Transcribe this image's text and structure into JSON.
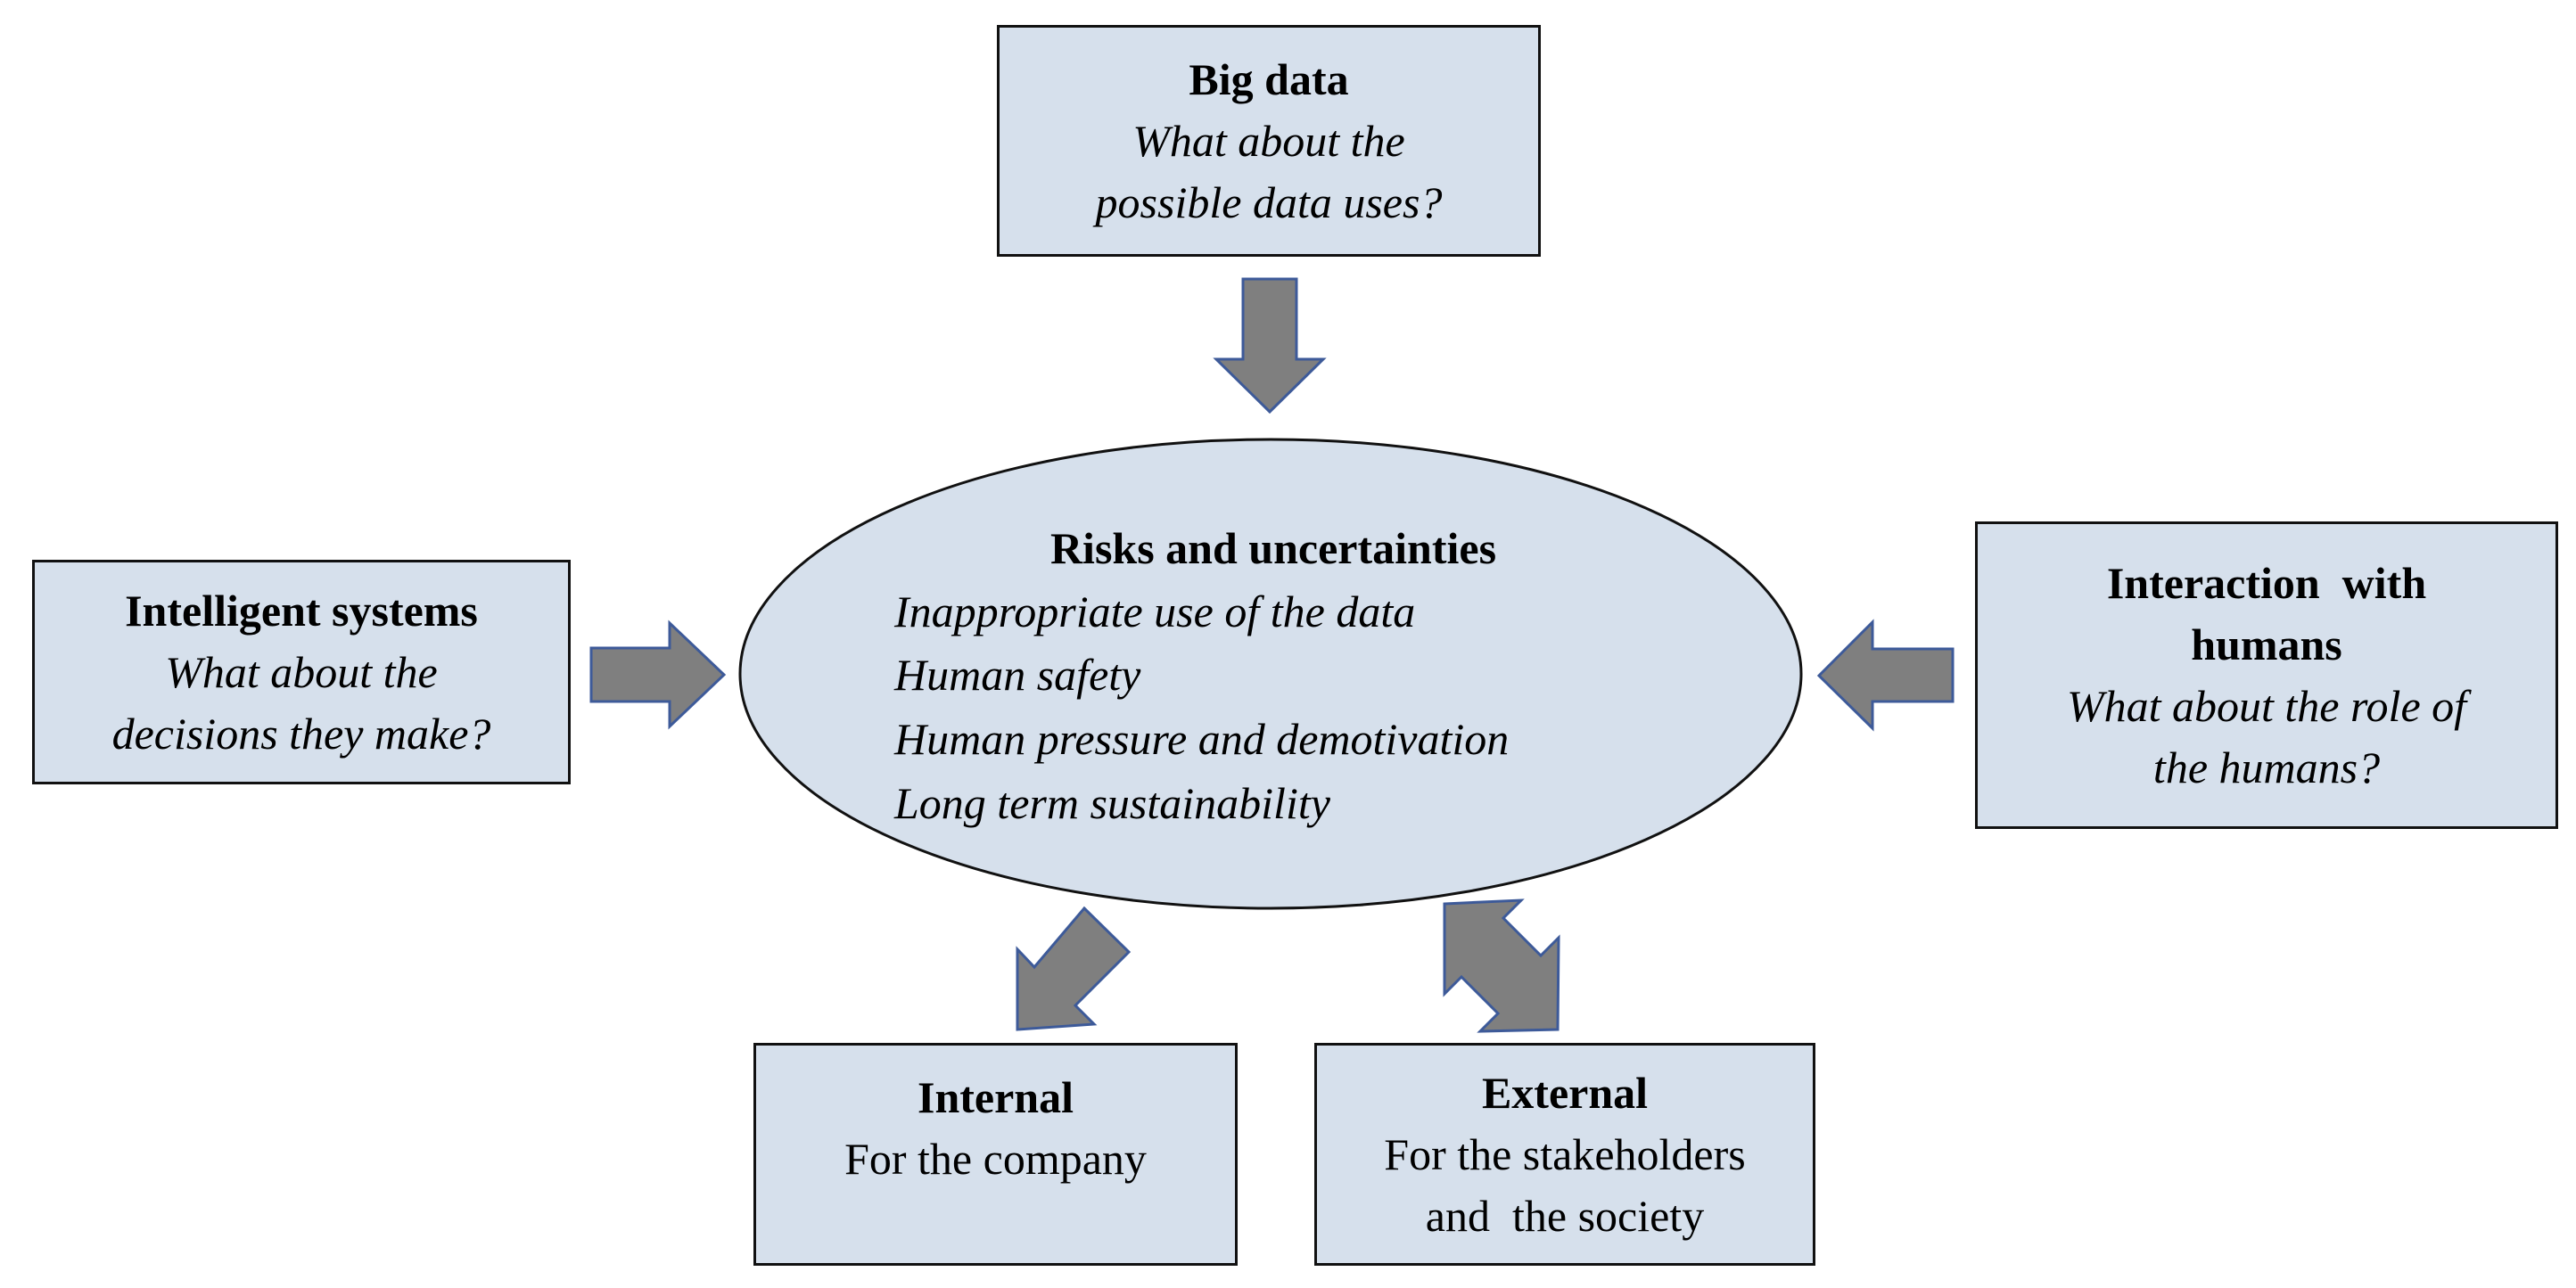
{
  "center": {
    "title": "Risks and uncertainties",
    "items": [
      "Inappropriate use of the data",
      "Human safety",
      "Human pressure and demotivation",
      "Long term sustainability"
    ]
  },
  "nodes": {
    "big_data": {
      "title": "Big data",
      "question_1": "What about the",
      "question_2": "possible data uses?"
    },
    "intelligent_systems": {
      "title": "Intelligent systems",
      "question_1": "What about the",
      "question_2": "decisions they make?"
    },
    "interaction": {
      "title_1": "Interaction  with",
      "title_2": "humans",
      "question_1": "What about the role of",
      "question_2": "the humans?"
    },
    "internal": {
      "title": "Internal",
      "text": "For the company"
    },
    "external": {
      "title": "External",
      "text_1": "For the stakeholders",
      "text_2": "and  the society"
    }
  },
  "colors": {
    "box_fill": "#d6e0ec",
    "box_border": "#111111",
    "arrow_fill": "#7f7f7f",
    "arrow_stroke": "#3d5a99"
  }
}
